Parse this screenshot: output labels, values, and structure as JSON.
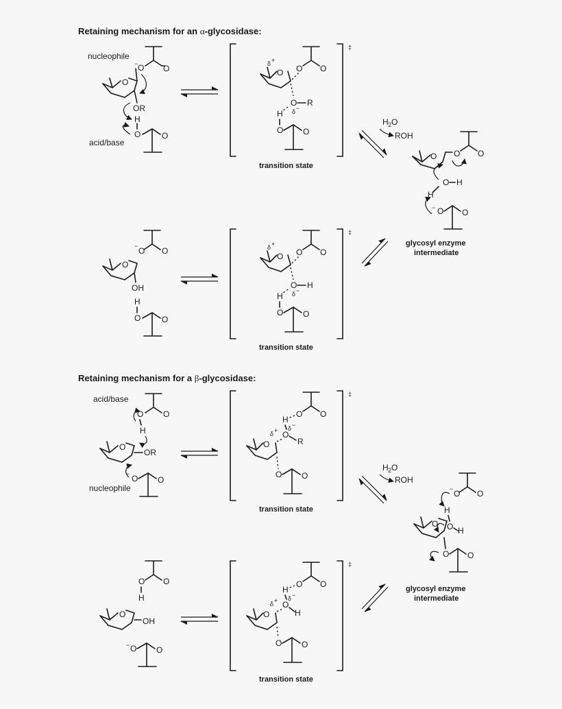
{
  "sections": [
    {
      "title_prefix": "Retaining mechanism for an ",
      "greek": "α",
      "title_suffix": "-glycosidase:"
    },
    {
      "title_prefix": "Retaining mechanism for a ",
      "greek": "β",
      "title_suffix": "-glycosidase:"
    }
  ],
  "labels": {
    "nucleophile": "nucleophile",
    "acid_base": "acid/base",
    "transition_state": "transition state",
    "intermediate_line1": "glycosyl enzyme",
    "intermediate_line2": "intermediate",
    "h2o": "H",
    "h2o_sub": "2",
    "h2o_o": "O",
    "roh": "ROH",
    "double_dagger": "‡"
  },
  "atoms": {
    "O": "O",
    "OH": "OH",
    "OR": "OR",
    "R": "R",
    "H": "H",
    "delta": "δ",
    "plus": "+",
    "minus": "−"
  }
}
